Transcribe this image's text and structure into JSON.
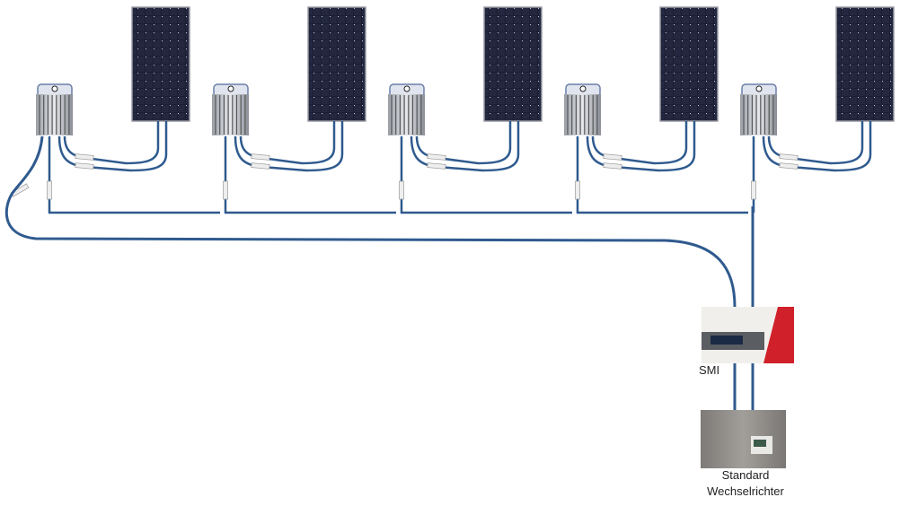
{
  "units": [
    {
      "id": 1
    },
    {
      "id": 2
    },
    {
      "id": 3
    },
    {
      "id": 4
    },
    {
      "id": 5
    }
  ],
  "labels": {
    "smi": "SMI",
    "inverter_line1": "Standard",
    "inverter_line2": "Wechselrichter"
  },
  "colors": {
    "cable": "#2f5a8e",
    "panel": "#1c1f33",
    "smi_accent": "#d0202a",
    "inverter": "#8a8784"
  }
}
